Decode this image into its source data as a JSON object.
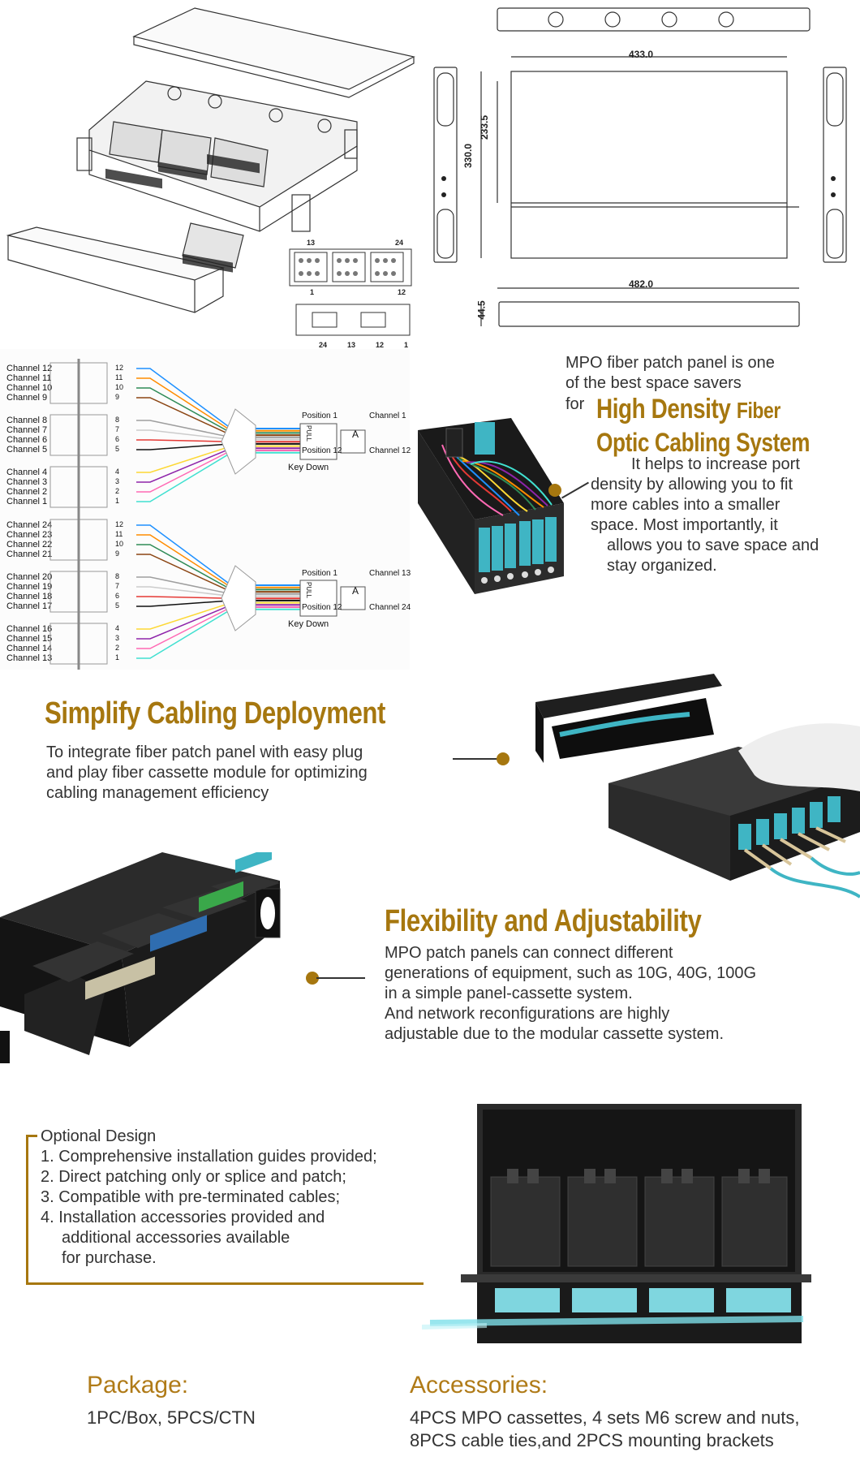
{
  "drawing": {
    "dims": {
      "width": "433.0",
      "depth_outer": "330.0",
      "depth_inner": "233.5",
      "width_outer": "482.0",
      "height": "44.5"
    },
    "port_labels_top": {
      "left": "13",
      "right": "24"
    },
    "port_labels_bottom": {
      "left": "1",
      "right": "12"
    },
    "rear_labels": [
      "24",
      "13",
      "12",
      "1"
    ]
  },
  "wiring": {
    "group_a": {
      "blocks": [
        [
          "Channel 12",
          "Channel 11",
          "Channel 10",
          "Channel 9"
        ],
        [
          "Channel 8",
          "Channel 7",
          "Channel 6",
          "Channel 5"
        ],
        [
          "Channel 4",
          "Channel 3",
          "Channel 2",
          "Channel 1"
        ]
      ],
      "numbers": [
        "12",
        "11",
        "10",
        "9",
        "8",
        "7",
        "6",
        "5",
        "4",
        "3",
        "2",
        "1"
      ],
      "position_top": "Position 1",
      "position_bottom": "Position 12",
      "adapter": "A",
      "channel_top": "Channel 1",
      "channel_bottom": "Channel 12",
      "key": "Key Down",
      "pull": "PULL"
    },
    "group_b": {
      "blocks": [
        [
          "Channel 24",
          "Channel 23",
          "Channel 22",
          "Channel 21"
        ],
        [
          "Channel 20",
          "Channel 19",
          "Channel 18",
          "Channel 17"
        ],
        [
          "Channel 16",
          "Channel 15",
          "Channel 14",
          "Channel 13"
        ]
      ],
      "numbers": [
        "12",
        "11",
        "10",
        "9",
        "8",
        "7",
        "6",
        "5",
        "4",
        "3",
        "2",
        "1"
      ],
      "position_top": "Position 1",
      "position_bottom": "Position 12",
      "adapter": "A",
      "channel_top": "Channel 13",
      "channel_bottom": "Channel 24",
      "key": "Key Down",
      "pull": "PULL"
    },
    "fiber_colors": [
      "#1e90ff",
      "#ff8c00",
      "#2e8b57",
      "#8b4513",
      "#9e9e9e",
      "#ffffff",
      "#e53935",
      "#111111",
      "#fdd835",
      "#8e24aa",
      "#ff69b4",
      "#40e0d0"
    ]
  },
  "intro": {
    "line1": "MPO fiber patch panel is one",
    "line2": "of the best space savers",
    "for": "for",
    "hero1": "High Density",
    "hero1b": "Fiber",
    "hero2": "Optic Cabling System",
    "body": [
      "It helps to increase port",
      "density by allowing you to fit",
      "more cables into a smaller",
      "space. Most importantly, it",
      "allows you to save space and",
      "stay organized."
    ]
  },
  "simplify": {
    "title": "Simplify Cabling Deployment",
    "body": [
      "To integrate fiber patch panel with easy plug",
      "and play fiber cassette module for optimizing",
      "cabling management efficiency"
    ]
  },
  "flex": {
    "title": "Flexibility and Adjustability",
    "body": [
      "MPO patch panels can connect different",
      "generations of equipment, such as 10G, 40G, 100G",
      "in a simple panel-cassette system.",
      "And network reconfigurations are highly",
      "adjustable due to the modular cassette system."
    ]
  },
  "optional": {
    "title": "Optional Design",
    "items": [
      "1. Comprehensive installation guides provided;",
      "2. Direct patching only or splice and patch;",
      "3. Compatible with pre-terminated cables;",
      "4. Installation accessories provided and"
    ],
    "cont": [
      "additional accessories available",
      "for purchase."
    ]
  },
  "package": {
    "title": "Package:",
    "text": "1PC/Box, 5PCS/CTN"
  },
  "accessories": {
    "title": "Accessories:",
    "text": [
      "4PCS MPO cassettes, 4 sets M6 screw and nuts,",
      "8PCS cable ties,and 2PCS mounting brackets"
    ]
  },
  "colors": {
    "gold": "#a6770f",
    "aqua": "#3fb5c4",
    "panel": "#2b2b2b"
  }
}
